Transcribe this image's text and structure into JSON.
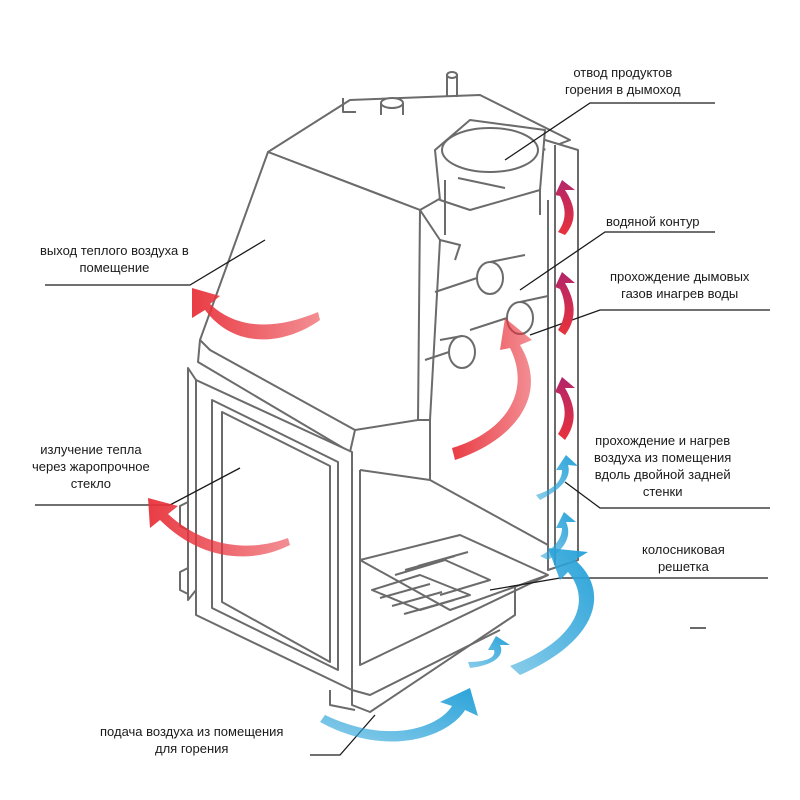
{
  "colors": {
    "warm_arrow": "#e8323b",
    "cool_arrow": "#2aa3d9",
    "transition_arrow": "#b3266b",
    "outline": "#6b6b6b",
    "leader_line": "#1a1a1a"
  },
  "labels": {
    "flue_outlet": {
      "line1": "отвод продуктов",
      "line2": "горения в дымоход"
    },
    "water_circuit": {
      "line1": "водяной контур"
    },
    "smoke_passage": {
      "line1": "прохождение дымовых",
      "line2": "газов инагрев воды"
    },
    "rear_wall_air": {
      "line1": "прохождение и нагрев",
      "line2": "воздуха из помещения",
      "line3": "вдоль двойной задней",
      "line4": "стенки"
    },
    "grate": {
      "line1": "колосниковая",
      "line2": "решетка"
    },
    "warm_air_out": {
      "line1": "выход теплого воздуха в",
      "line2": "помещение"
    },
    "glass_radiation": {
      "line1": "излучение тепла",
      "line2": "через жаропрочное",
      "line3": "стекло"
    },
    "combustion_air": {
      "line1": "подача воздуха из помещения",
      "line2": "для горения"
    }
  },
  "icons": {
    "warm_air_arrow": "curved-arrow-red",
    "cool_air_arrow": "curved-arrow-blue"
  }
}
